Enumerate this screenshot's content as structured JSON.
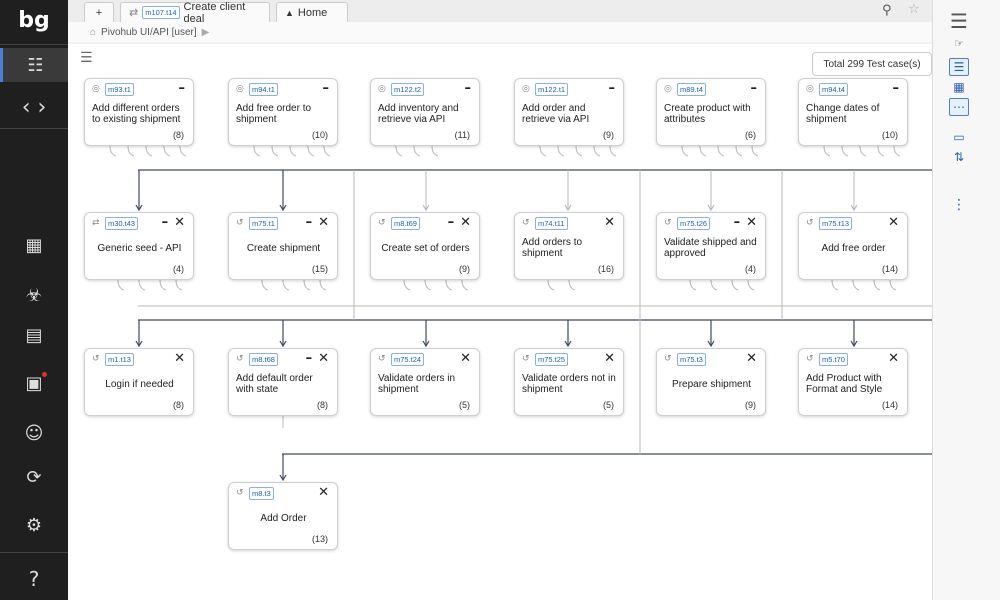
{
  "app": {
    "logo": "bg"
  },
  "tabs": [
    {
      "label": "+"
    },
    {
      "tag": "m107.t14",
      "label": "Create client deal"
    },
    {
      "label": "Home"
    }
  ],
  "breadcrumb": {
    "label": "Pivohub UI/API [user]"
  },
  "total": "Total 299 Test case(s)",
  "cards": [
    {
      "tag": "m93.t1",
      "title": "Add different orders to existing shipment",
      "count": "(8)",
      "minus": true,
      "close": false
    },
    {
      "tag": "m94.t1",
      "title": "Add free order to shipment",
      "count": "(10)",
      "minus": true,
      "close": false
    },
    {
      "tag": "m122.t2",
      "title": "Add inventory and retrieve via API",
      "count": "(11)",
      "minus": true,
      "close": false
    },
    {
      "tag": "m122.t1",
      "title": "Add order and retrieve via API",
      "count": "(9)",
      "minus": true,
      "close": false
    },
    {
      "tag": "m89.t4",
      "title": "Create product with attributes",
      "count": "(6)",
      "minus": true,
      "close": false
    },
    {
      "tag": "m94.t4",
      "title": "Change dates of shipment",
      "count": "(10)",
      "minus": true,
      "close": false
    },
    {
      "tag": "m30.t43",
      "title": "Generic seed - API",
      "count": "(4)",
      "minus": true,
      "close": true
    },
    {
      "tag": "m75.t1",
      "title": "Create shipment",
      "count": "(15)",
      "minus": true,
      "close": true
    },
    {
      "tag": "m8.t69",
      "title": "Create set of orders",
      "count": "(9)",
      "minus": true,
      "close": true
    },
    {
      "tag": "m74.t11",
      "title": "Add orders to shipment",
      "count": "(16)",
      "minus": false,
      "close": true
    },
    {
      "tag": "m75.t26",
      "title": "Validate shipped and approved",
      "count": "(4)",
      "minus": true,
      "close": true
    },
    {
      "tag": "m75.t13",
      "title": "Add free order",
      "count": "(14)",
      "minus": false,
      "close": true
    },
    {
      "tag": "m1.t13",
      "title": "Login if needed",
      "count": "(8)",
      "minus": false,
      "close": true
    },
    {
      "tag": "m8.t68",
      "title": "Add default order with state",
      "count": "(8)",
      "minus": true,
      "close": true
    },
    {
      "tag": "m75.t24",
      "title": "Validate orders in shipment",
      "count": "(5)",
      "minus": false,
      "close": true
    },
    {
      "tag": "m75.t25",
      "title": "Validate orders not in shipment",
      "count": "(5)",
      "minus": false,
      "close": true
    },
    {
      "tag": "m75.t3",
      "title": "Prepare shipment",
      "count": "(9)",
      "minus": false,
      "close": true
    },
    {
      "tag": "m5.t70",
      "title": "Add Product with Format and Style",
      "count": "(14)",
      "minus": false,
      "close": true
    },
    {
      "tag": "m8.t3",
      "title": "Add Order",
      "count": "(13)",
      "minus": false,
      "close": true
    }
  ],
  "icons": {
    "logo": "bg-logo",
    "hierarchy": "hierarchy-icon",
    "nav": "chevron-left-right-icon",
    "grid": "grid-icon",
    "bug": "bug-icon",
    "doc": "document-icon",
    "report": "report-icon",
    "users": "users-icon",
    "sync": "sync-icon",
    "settings": "gear-icon",
    "help": "help-icon"
  }
}
